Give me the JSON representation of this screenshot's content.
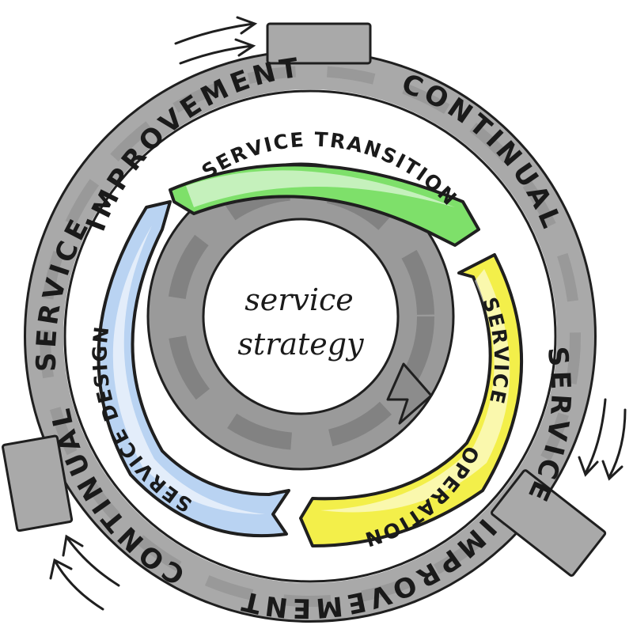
{
  "outer_ring": {
    "top_label_left": "IMPROVEMENT",
    "top_label_right": "CONTINUAL",
    "left_label_top": "SERVICE",
    "right_label": "SERVICE",
    "bottom_label": "IMPROVEMENT",
    "left_label_bottom": "CONTINUAL"
  },
  "inner_arrows": {
    "transition": "SERVICE TRANSITION",
    "operation_top": "SERVICE",
    "operation_bottom": "OPERATION",
    "design": "SERVICE DESIGN"
  },
  "center": {
    "line1": "service",
    "line2": "strategy"
  },
  "colors": {
    "ring_gray": "#a9a9a9",
    "ring_dark": "#6e6e6e",
    "transition_green": "#7ee06a",
    "operation_yellow": "#f3ef4a",
    "design_blue": "#b9d3f2",
    "ink": "#1a1a1a"
  }
}
